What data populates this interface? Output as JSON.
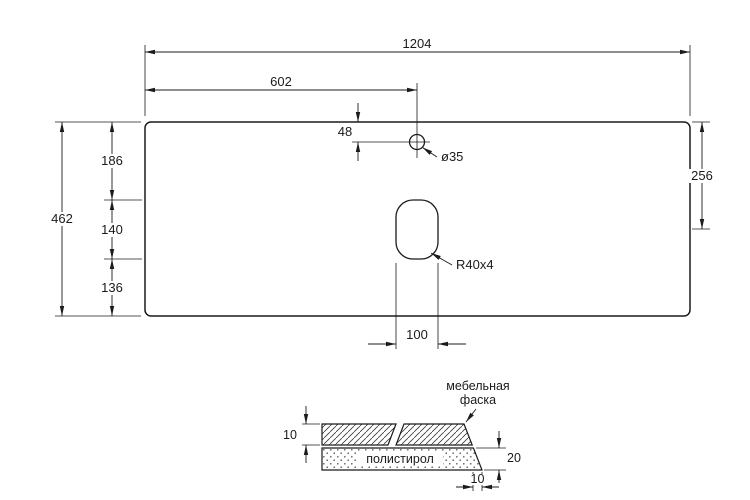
{
  "colors": {
    "line": "#1b1b1b",
    "background": "#ffffff"
  },
  "top_view": {
    "dims": {
      "total_width": "1204",
      "center_offset": "602",
      "faucet_hole_offset": "48",
      "faucet_hole_diameter": "ø35",
      "total_depth": "462",
      "back_to_cutout": "186",
      "cutout_length": "140",
      "cutout_to_front": "136",
      "back_to_cutout_center": "256",
      "cutout_corner_radius": "R40x4",
      "cutout_width": "100"
    }
  },
  "section_view": {
    "chamfer_label_line1": "мебельная",
    "chamfer_label_line2": "фаска",
    "filler_material": "полистирол",
    "dims": {
      "top_thickness": "10",
      "edge_height": "20",
      "chamfer_width": "10"
    }
  }
}
